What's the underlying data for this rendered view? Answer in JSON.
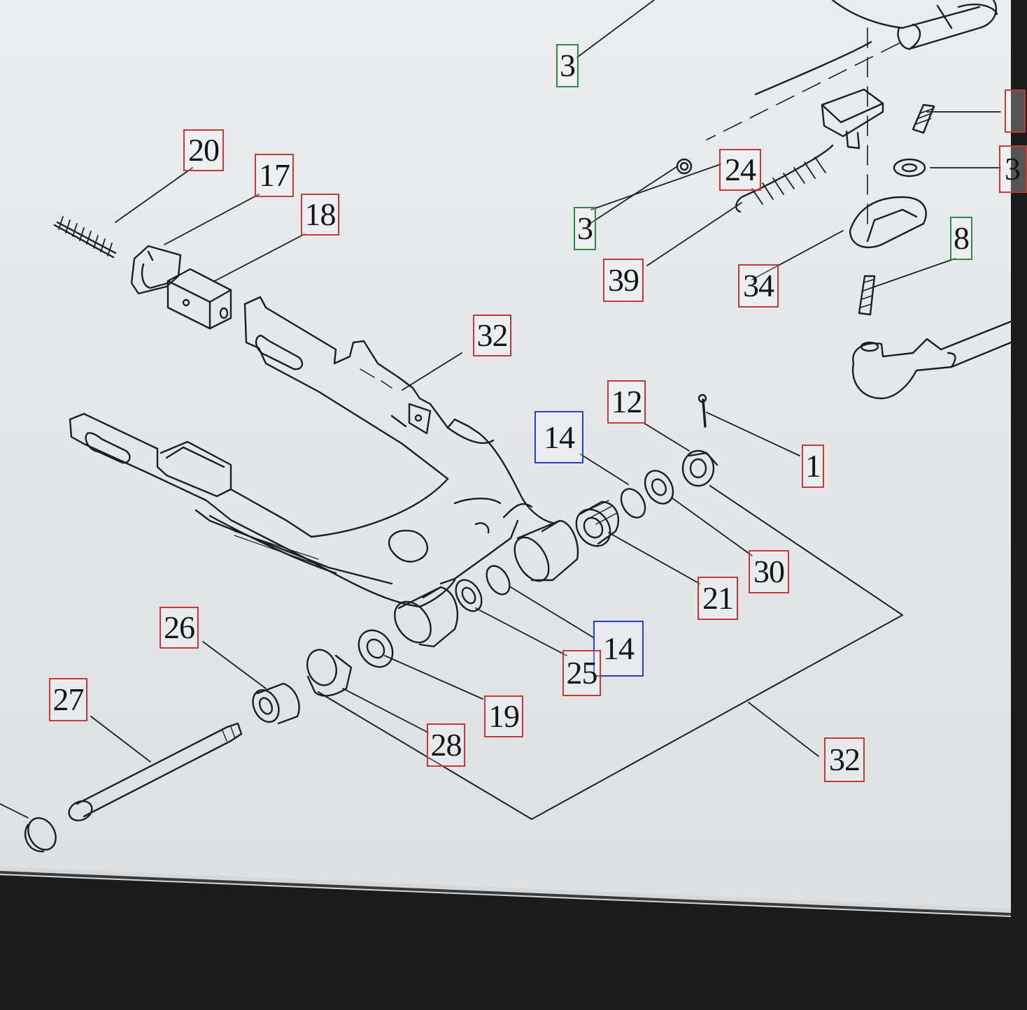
{
  "callout_colors": {
    "red": "#c43a3a",
    "green": "#2e8a4a",
    "blue": "#2a3fc0"
  },
  "callouts": {
    "c3_top": "3",
    "c20": "20",
    "c17": "17",
    "c18": "18",
    "c24": "24",
    "c3_mid": "3",
    "c39": "39",
    "c34": "34",
    "c8": "8",
    "c32_upper": "32",
    "c12": "12",
    "c14_upper": "14",
    "c1": "1",
    "c30": "30",
    "c21": "21",
    "c14_lower": "14",
    "c25": "25",
    "c26": "26",
    "c19": "19",
    "c27": "27",
    "c28": "28",
    "c32_lower": "32",
    "c_edge_mid": "3"
  }
}
